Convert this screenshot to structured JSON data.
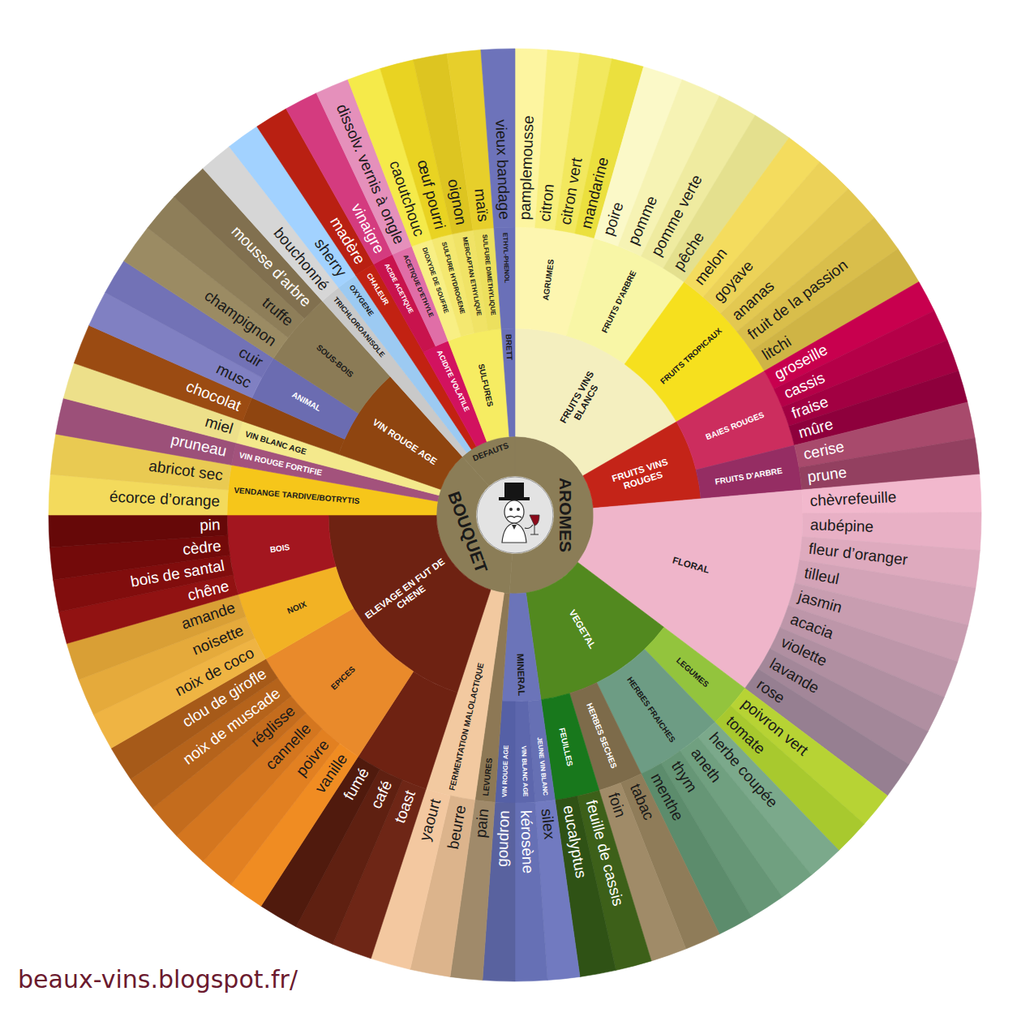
{
  "diagram": {
    "nodes": [
      {
        "text": [
          "AROMES"
        ]
      },
      {
        "text": [
          "FRUITS VINS BLANCS"
        ],
        "in": 0
      },
      {
        "text": [
          "AGRUMES"
        ],
        "in": 1
      },
      {
        "text": [
          "pamplemousse"
        ],
        "in": 2
      },
      {
        "text": [
          "citron"
        ],
        "in": 2
      },
      {
        "text": [
          "citron vert"
        ],
        "in": 2
      },
      {
        "text": [
          "mandarine"
        ],
        "in": 2
      },
      {
        "text": [
          "FRUITS D'ARBRE"
        ],
        "in": 1
      },
      {
        "text": [
          "poire"
        ],
        "in": 7
      },
      {
        "text": [
          "pomme"
        ],
        "in": 7
      },
      {
        "text": [
          "pomme verte"
        ],
        "in": 7
      },
      {
        "text": [
          "pêche"
        ],
        "in": 7
      },
      {
        "text": [
          "FRUITS TROPICAUX"
        ],
        "in": 1
      },
      {
        "text": [
          "melon"
        ],
        "in": 12
      },
      {
        "text": [
          "goyave"
        ],
        "in": 12
      },
      {
        "text": [
          "ananas"
        ],
        "in": 12
      },
      {
        "text": [
          "fruit de la passion"
        ],
        "in": 12
      },
      {
        "text": [
          "litchi"
        ],
        "in": 12
      },
      {
        "text": [
          "FRUITS VINS ROUGES"
        ],
        "in": 0
      },
      {
        "text": [
          "BAIES ROUGES"
        ],
        "in": 18
      },
      {
        "text": [
          "groseille"
        ],
        "in": 19
      },
      {
        "text": [
          "cassis"
        ],
        "in": 19
      },
      {
        "text": [
          "fraise"
        ],
        "in": 19
      },
      {
        "text": [
          "mûre"
        ],
        "in": 19
      },
      {
        "text": [
          "FRUITS D'ARBRE"
        ],
        "in": 18
      },
      {
        "text": [
          "cerise"
        ],
        "in": 24
      },
      {
        "text": [
          "prune"
        ],
        "in": 24
      },
      {
        "text": [
          "FLORAL"
        ],
        "in": 0
      },
      {
        "text": [
          "chèvrefeuille"
        ],
        "in": 27
      },
      {
        "text": [
          "aubépine"
        ],
        "in": 27
      },
      {
        "text": [
          "fleur d’oranger"
        ],
        "in": 27
      },
      {
        "text": [
          "tilleul"
        ],
        "in": 27
      },
      {
        "text": [
          "jasmin"
        ],
        "in": 27
      },
      {
        "text": [
          "acacia"
        ],
        "in": 27
      },
      {
        "text": [
          "violette"
        ],
        "in": 27
      },
      {
        "text": [
          "lavande"
        ],
        "in": 27
      },
      {
        "text": [
          "rose"
        ],
        "in": 27
      },
      {
        "text": [
          "VEGETAL"
        ],
        "in": 0
      },
      {
        "text": [
          "LEGUMES"
        ],
        "in": 37
      },
      {
        "text": [
          "poivron vert"
        ],
        "in": 38
      },
      {
        "text": [
          "tomate"
        ],
        "in": 38
      },
      {
        "text": [
          "HERBES FRAICHES"
        ],
        "in": 37
      },
      {
        "text": [
          "herbe coupée"
        ],
        "in": 41
      },
      {
        "text": [
          "aneth"
        ],
        "in": 41
      },
      {
        "text": [
          "thym"
        ],
        "in": 41
      },
      {
        "text": [
          "menthe"
        ],
        "in": 41
      },
      {
        "text": [
          "HERBES SECHES"
        ],
        "in": 37
      },
      {
        "text": [
          "tabac"
        ],
        "in": 46
      },
      {
        "text": [
          "foin"
        ],
        "in": 46
      },
      {
        "text": [
          "FEUILLES"
        ],
        "in": 37
      },
      {
        "text": [
          "feuille de cassis"
        ],
        "in": 49
      },
      {
        "text": [
          "eucalyptus"
        ],
        "in": 49
      },
      {
        "text": [
          "MINERAL"
        ],
        "in": 0
      },
      {
        "text": [
          "JEUNE VIN BLANC"
        ],
        "in": 52
      },
      {
        "text": [
          "silex"
        ],
        "in": 53
      },
      {
        "text": [
          "VIN BLANC AGE"
        ],
        "in": 52
      },
      {
        "text": [
          "kérosène"
        ],
        "in": 55
      },
      {
        "text": [
          "VIN ROUGE AGE"
        ],
        "in": 52
      },
      {
        "text": [
          "goudron"
        ],
        "in": 57
      },
      {
        "text": [
          "BOUQUET"
        ]
      },
      {
        "text": [
          "LEVURES"
        ],
        "in": 59
      },
      {
        "text": [
          "pain"
        ],
        "in": 60
      },
      {
        "text": [
          "FERMENTATION MALOLACTIQUE"
        ],
        "in": 59
      },
      {
        "text": [
          "beurre"
        ],
        "in": 62
      },
      {
        "text": [
          "yaourt"
        ],
        "in": 62
      },
      {
        "text": [
          "ELEVAGE EN FUT DE CHENE"
        ],
        "in": 59
      },
      {
        "text": [
          "toast"
        ],
        "in": 65
      },
      {
        "text": [
          "café"
        ],
        "in": 65
      },
      {
        "text": [
          "fumé"
        ],
        "in": 65
      },
      {
        "text": [
          "EPICES"
        ],
        "in": 65
      },
      {
        "text": [
          "vanille"
        ],
        "in": 69
      },
      {
        "text": [
          "poivre"
        ],
        "in": 69
      },
      {
        "text": [
          "cannelle"
        ],
        "in": 69
      },
      {
        "text": [
          "réglisse"
        ],
        "in": 69
      },
      {
        "text": [
          "noix de muscade"
        ],
        "in": 69
      },
      {
        "text": [
          "clou de girofle"
        ],
        "in": 69
      },
      {
        "text": [
          "NOIX"
        ],
        "in": 65
      },
      {
        "text": [
          "noix de coco"
        ],
        "in": 76
      },
      {
        "text": [
          "noisette"
        ],
        "in": 76
      },
      {
        "text": [
          "amande"
        ],
        "in": 76
      },
      {
        "text": [
          "BOIS"
        ],
        "in": 65
      },
      {
        "text": [
          "chêne"
        ],
        "in": 80
      },
      {
        "text": [
          "bois de santal"
        ],
        "in": 80
      },
      {
        "text": [
          "cèdre"
        ],
        "in": 80
      },
      {
        "text": [
          "pin"
        ],
        "in": 80
      },
      {
        "text": [
          "VENDANGE TARDIVE/BOTRYTIS"
        ],
        "in": 59
      },
      {
        "text": [
          "écorce d’orange"
        ],
        "in": 85
      },
      {
        "text": [
          "abricot sec"
        ],
        "in": 85
      },
      {
        "text": [
          "VIN ROUGE FORTIFIE"
        ],
        "in": 59
      },
      {
        "text": [
          "pruneau"
        ],
        "in": 88
      },
      {
        "text": [
          "VIN BLANC AGE"
        ],
        "in": 59
      },
      {
        "text": [
          "miel"
        ],
        "in": 90
      },
      {
        "text": [
          "VIN ROUGE AGE"
        ],
        "in": 59
      },
      {
        "text": [
          "chocolat"
        ],
        "in": 92
      },
      {
        "text": [
          "ANIMAL"
        ],
        "in": 92
      },
      {
        "text": [
          "musc"
        ],
        "in": 94
      },
      {
        "text": [
          "cuir"
        ],
        "in": 94
      },
      {
        "text": [
          "SOUS-BOIS"
        ],
        "in": 92
      },
      {
        "text": [
          "champignon"
        ],
        "in": 97
      },
      {
        "text": [
          "truffe"
        ],
        "in": 97
      },
      {
        "text": [
          "mousse d’arbre"
        ],
        "in": 97
      },
      {
        "text": [
          "DEFAUTS"
        ]
      },
      {
        "text": [
          "TRICHLOROANISOLE"
        ],
        "in": 101
      },
      {
        "text": [
          "bouchonné"
        ],
        "in": 102
      },
      {
        "text": [
          "OXYGENE"
        ],
        "in": 101
      },
      {
        "text": [
          "sherry"
        ],
        "in": 104
      },
      {
        "text": [
          "CHALEUR"
        ],
        "in": 101
      },
      {
        "text": [
          "madère"
        ],
        "in": 106
      },
      {
        "text": [
          "ACIDITE VOLATILE"
        ],
        "in": 101
      },
      {
        "text": [
          "ACIDE ACETIQUE"
        ],
        "in": 108
      },
      {
        "text": [
          "vinaigre"
        ],
        "in": 109
      },
      {
        "text": [
          "ACETIQUE D'ETHYLE"
        ],
        "in": 108
      },
      {
        "text": [
          "dissolv. vernis à ongle"
        ],
        "in": 111
      },
      {
        "text": [
          "SULFURES"
        ],
        "in": 101
      },
      {
        "text": [
          "DIOXYDE DE SOUFRE"
        ],
        "in": 113
      },
      {
        "text": [
          "caoutchouc"
        ],
        "in": 114
      },
      {
        "text": [
          "SULFURE HYDROGENE"
        ],
        "in": 113
      },
      {
        "text": [
          "œuf pourri"
        ],
        "in": 116
      },
      {
        "text": [
          "MERCAPTAN ETHYLIQUE"
        ],
        "in": 113
      },
      {
        "text": [
          "oignon"
        ],
        "in": 118
      },
      {
        "text": [
          "SULFURE DIMETHYLIQUE"
        ],
        "in": 113
      },
      {
        "text": [
          "maïs"
        ],
        "in": 120
      },
      {
        "text": [
          "BRETT"
        ],
        "in": 101
      },
      {
        "text": [
          "ETHYL-PHENOL"
        ],
        "in": 122
      },
      {
        "text": [
          "vieux bandage"
        ],
        "in": 123
      }
    ],
    "labels": [
      "beaux-vins.blogspot.fr/"
    ]
  }
}
